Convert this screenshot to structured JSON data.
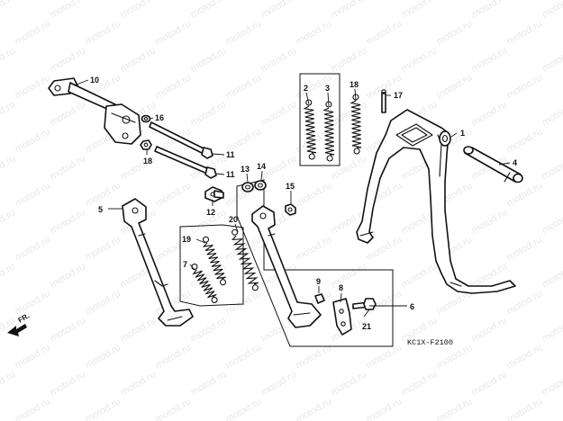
{
  "watermark": {
    "text": "motod.ru"
  },
  "callouts": [
    {
      "id": "c1",
      "label": "1"
    },
    {
      "id": "c2",
      "label": "2"
    },
    {
      "id": "c3",
      "label": "3"
    },
    {
      "id": "c4",
      "label": "4"
    },
    {
      "id": "c5",
      "label": "5"
    },
    {
      "id": "c6",
      "label": "6"
    },
    {
      "id": "c7",
      "label": "7"
    },
    {
      "id": "c8",
      "label": "8"
    },
    {
      "id": "c9",
      "label": "9"
    },
    {
      "id": "c10",
      "label": "10"
    },
    {
      "id": "c11a",
      "label": "11"
    },
    {
      "id": "c11b",
      "label": "11"
    },
    {
      "id": "c12",
      "label": "12"
    },
    {
      "id": "c13",
      "label": "13"
    },
    {
      "id": "c14",
      "label": "14"
    },
    {
      "id": "c15",
      "label": "15"
    },
    {
      "id": "c16",
      "label": "16"
    },
    {
      "id": "c17",
      "label": "17"
    },
    {
      "id": "c18a",
      "label": "18"
    },
    {
      "id": "c18b",
      "label": "18"
    },
    {
      "id": "c19",
      "label": "19"
    },
    {
      "id": "c20",
      "label": "20"
    },
    {
      "id": "c21",
      "label": "21"
    }
  ],
  "diagram_code": "KC1X-F2100",
  "direction_label": "FR."
}
